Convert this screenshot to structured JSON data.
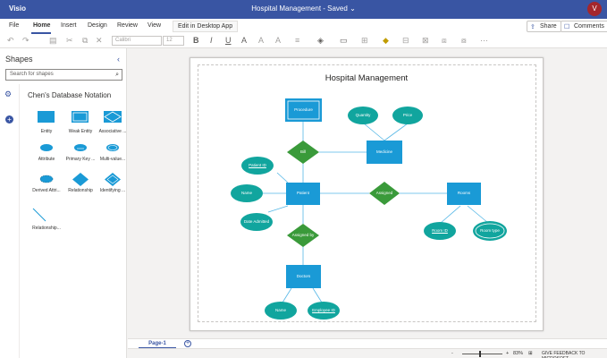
{
  "titlebar": {
    "app": "Visio",
    "doc_title": "Hospital Management - Saved",
    "avatar": "V",
    "chevron": "⌄"
  },
  "menu": {
    "file": "File",
    "home": "Home",
    "insert": "Insert",
    "design": "Design",
    "review": "Review",
    "view": "View",
    "edit_desktop": "Edit in Desktop App",
    "share": "Share",
    "comments": "Comments"
  },
  "toolbar": {
    "font": "Calibri",
    "size": "12"
  },
  "sidebar": {
    "title": "Shapes",
    "search_placeholder": "Search for shapes",
    "stencil": "Chen's Database Notation",
    "shapes": [
      {
        "label": "Entity",
        "kind": "entity"
      },
      {
        "label": "Weak Entity",
        "kind": "weak-entity"
      },
      {
        "label": "Associative ...",
        "kind": "associative"
      },
      {
        "label": "Attribute",
        "kind": "attribute"
      },
      {
        "label": "Primary Key ...",
        "kind": "primary-key"
      },
      {
        "label": "Multi-value...",
        "kind": "multi-value"
      },
      {
        "label": "Derived Attri...",
        "kind": "derived"
      },
      {
        "label": "Relationship",
        "kind": "relationship"
      },
      {
        "label": "Identifying ...",
        "kind": "identifying"
      },
      {
        "label": "Relationship...",
        "kind": "relationship-line"
      }
    ]
  },
  "diagram": {
    "title": "Hospital Management",
    "colors": {
      "entity": "#1a9ad6",
      "attribute": "#11a59e",
      "relationship": "#3a9a3a",
      "line": "#55b7e6"
    },
    "entities": {
      "procedure": "Procedure",
      "medicine": "Medicine",
      "patient": "Patient",
      "rooms": "Rooms",
      "doctors": "Doctors"
    },
    "relationships": {
      "bill": "Bill",
      "assigned": "Assigned",
      "assigned_by": "Assigned by"
    },
    "attributes": {
      "quantity": "Quantity",
      "price": "Price",
      "patient_id": "Patient ID",
      "name_patient": "Name",
      "date_admitted": "Date Admitted",
      "room_id": "Room ID",
      "room_type": "Room type",
      "name_doctor": "Name",
      "employee_id": "Employee ID"
    }
  },
  "tabs": {
    "page1": "Page-1",
    "add": "+"
  },
  "status": {
    "minus": "-",
    "plus": "+",
    "zoom": "83%",
    "feedback": "GIVE FEEDBACK TO MICROSOFT"
  }
}
